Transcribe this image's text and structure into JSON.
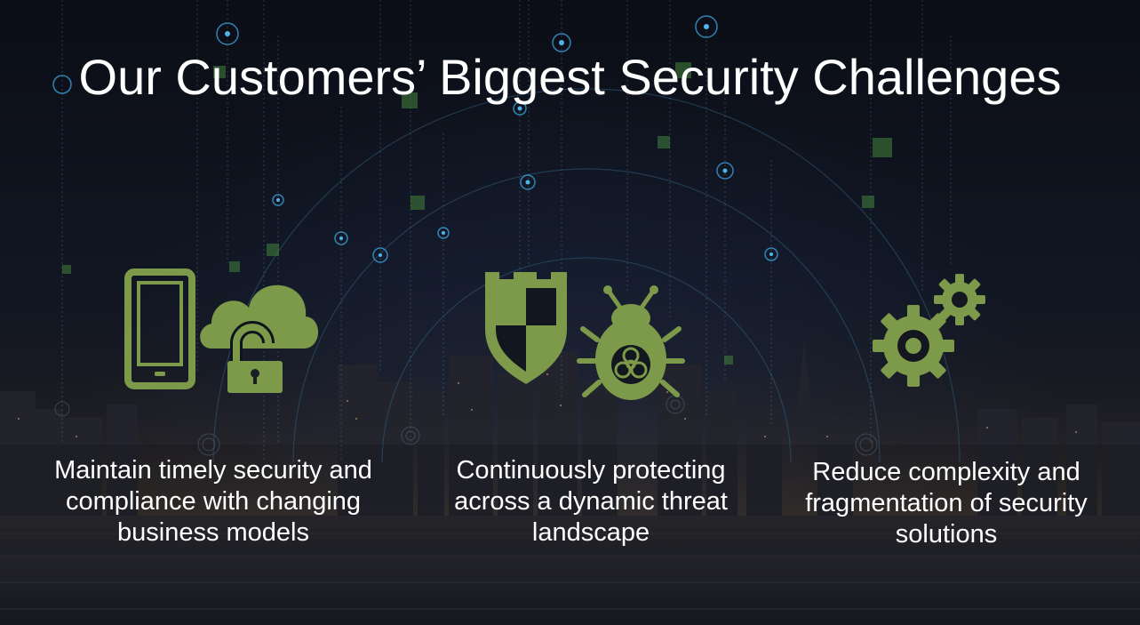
{
  "slide": {
    "title": "Our Customers’ Biggest Security Challenges",
    "accent_color": "#7d9a4b",
    "columns": [
      {
        "icons": [
          "mobile-phone-icon",
          "cloud-icon",
          "unlocked-padlock-icon"
        ],
        "caption": "Maintain timely security and compliance with changing business models"
      },
      {
        "icons": [
          "shield-icon",
          "bug-biohazard-icon"
        ],
        "caption": "Continuously protecting across a dynamic threat landscape"
      },
      {
        "icons": [
          "gears-icon"
        ],
        "caption": "Reduce complexity and fragmentation of security solutions"
      }
    ]
  }
}
